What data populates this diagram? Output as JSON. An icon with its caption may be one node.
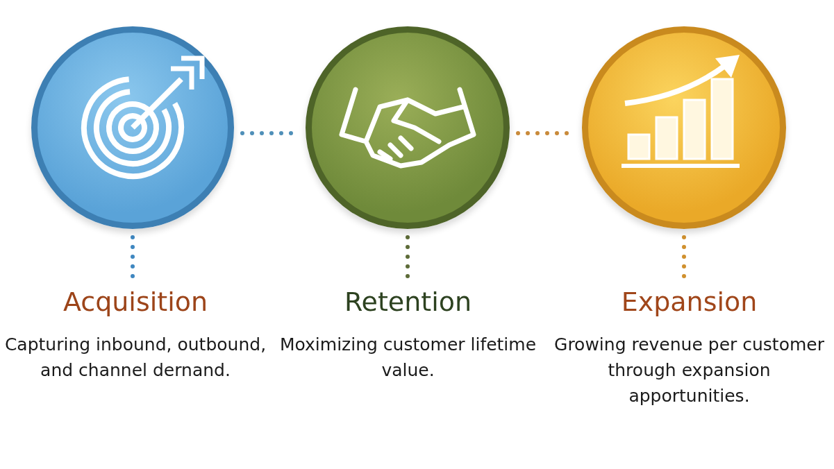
{
  "diagram": {
    "nodes": [
      {
        "text": [],
        "shape": "circle"
      },
      {
        "text": [],
        "shape": "circle"
      },
      {
        "text": [],
        "shape": "circle"
      },
      {
        "text": [
          "Acquisition",
          "Capturing inbound, outbound, and channel dernand."
        ]
      },
      {
        "text": [
          "Retention",
          "Moximizing customer lifetime value."
        ]
      },
      {
        "text": [
          "Expansion",
          "Growing revenue per customer through expansion apportunities."
        ]
      }
    ],
    "edges": [
      {
        "from": 0,
        "to": 1,
        "arrow": "none",
        "style": "dashed",
        "color": "#4f8fb8"
      },
      {
        "from": 1,
        "to": 2,
        "arrow": "none",
        "style": "dashed",
        "color": "#c98a3a"
      },
      {
        "from": 0,
        "to": 3,
        "arrow": "none",
        "style": "dashed",
        "color": "#3f87c0"
      },
      {
        "from": 1,
        "to": 4,
        "arrow": "none",
        "style": "dashed",
        "color": "#5d6b38"
      },
      {
        "from": 2,
        "to": 5,
        "arrow": "none",
        "style": "dashed",
        "color": "#d0902e"
      }
    ]
  }
}
